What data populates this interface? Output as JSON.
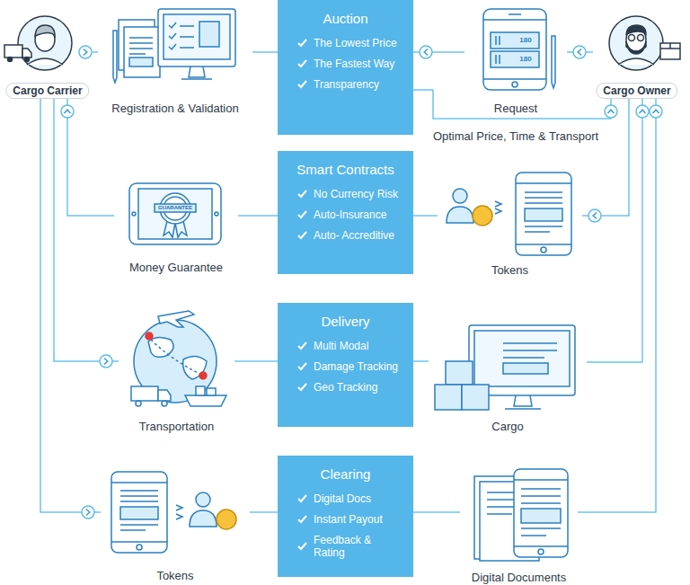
{
  "diagram": {
    "nodes": [
      {
        "text": [
          "Cargo Carrier"
        ]
      },
      {
        "text": [
          "Registration & Validation"
        ]
      },
      {
        "text": [
          "Auction",
          "The Lowest Price",
          "The Fastest Way",
          "Transparency"
        ]
      },
      {
        "text": [
          "Request"
        ]
      },
      {
        "text": [
          "Cargo Owner"
        ]
      },
      {
        "text": [
          "Money Guarantee"
        ]
      },
      {
        "text": [
          "Smart Contracts",
          "No Currency Risk",
          "Auto-Insurance",
          "Auto- Accreditive"
        ]
      },
      {
        "text": [
          "Tokens"
        ]
      },
      {
        "text": [
          "Transportation"
        ]
      },
      {
        "text": [
          "Delivery",
          "Multi Modal",
          "Damage Tracking",
          "Geo Tracking"
        ]
      },
      {
        "text": [
          "Cargo"
        ]
      },
      {
        "text": [
          "Tokens"
        ]
      },
      {
        "text": [
          "Clearing",
          "Digital Docs",
          "Instant Payout",
          "Feedback & Rating"
        ]
      },
      {
        "text": [
          "Digital Documents"
        ]
      }
    ],
    "edges": [
      {
        "from": 0,
        "to": 1,
        "arrow": "to"
      },
      {
        "from": 1,
        "to": 2,
        "arrow": "none"
      },
      {
        "from": 4,
        "to": 3,
        "arrow": "to"
      },
      {
        "from": 3,
        "to": 2,
        "arrow": "to"
      },
      {
        "from": 2,
        "to": 4,
        "arrow": "to"
      },
      {
        "from": 5,
        "to": 0,
        "arrow": "to"
      },
      {
        "from": 5,
        "to": 6,
        "arrow": "none"
      },
      {
        "from": 6,
        "to": 7,
        "arrow": "none"
      },
      {
        "from": 4,
        "to": 7,
        "arrow": "to"
      },
      {
        "from": 0,
        "to": 8,
        "arrow": "to"
      },
      {
        "from": 8,
        "to": 9,
        "arrow": "none"
      },
      {
        "from": 9,
        "to": 10,
        "arrow": "none"
      },
      {
        "from": 10,
        "to": 4,
        "arrow": "to"
      },
      {
        "from": 0,
        "to": 11,
        "arrow": "to"
      },
      {
        "from": 11,
        "to": 12,
        "arrow": "none"
      },
      {
        "from": 12,
        "to": 13,
        "arrow": "none"
      },
      {
        "from": 13,
        "to": 4,
        "arrow": "to"
      }
    ],
    "labels": [
      "180",
      "180",
      "GUARANTEE",
      "Optimal Price, Time & Transport"
    ]
  }
}
